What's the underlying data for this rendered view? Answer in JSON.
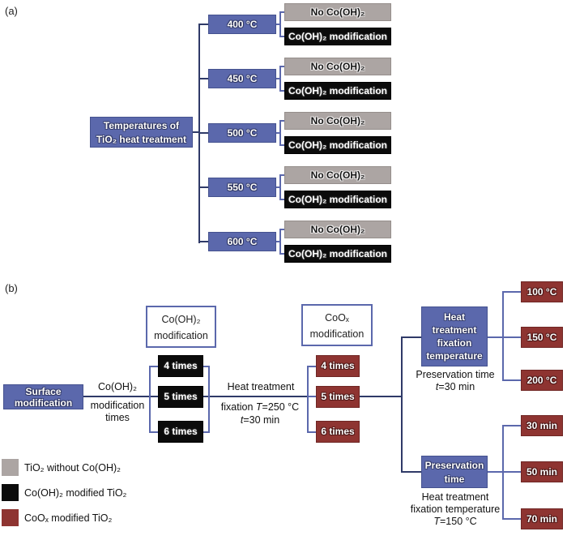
{
  "figure": {
    "panel_a_label": "(a)",
    "panel_b_label": "(b)"
  },
  "colors": {
    "box_blue": "#5b68ac",
    "box_gray": "#aca5a3",
    "box_black": "#0b0b0b",
    "box_red": "#8e3431",
    "line_navy": "#2f3a68",
    "line_blue": "#5b68ac",
    "outline_border": "#5b68ac"
  },
  "panel_a": {
    "root_line1": "Temperatures of",
    "root_line2": "TiO₂ heat treatment",
    "temperatures": [
      "400 °C",
      "450 °C",
      "500 °C",
      "550 °C",
      "600 °C"
    ],
    "no_modification_label": "No Co(OH)₂",
    "modification_label": "Co(OH)₂ modification"
  },
  "panel_b": {
    "root_line1": "Surface",
    "root_line2": "modification",
    "times_label_line1": "Co(OH)₂",
    "times_label_line2": "modification",
    "times_label_line3": "times",
    "cooh2_box_line1": "Co(OH)₂",
    "cooh2_box_line2": "modification",
    "coox_box_line1": "CoOₓ",
    "coox_box_line2": "modification",
    "black_times": [
      "4 times",
      "5 times",
      "6 times"
    ],
    "red_times": [
      "4 times",
      "5 times",
      "6 times"
    ],
    "heat_fixation_line1": "Heat treatment",
    "heat_fixation_line2": "fixation *T*=250 °C",
    "heat_fixation_line3": "*t*=30 min",
    "htft_box_line1": "Heat",
    "htft_box_line2": "treatment",
    "htft_box_line3": "fixation",
    "htft_box_line4": "temperature",
    "htft_note_line1": "Preservation time",
    "htft_note_line2": "*t*=30 min",
    "fixation_temperatures": [
      "100 °C",
      "150 °C",
      "200 °C"
    ],
    "pt_box_line1": "Preservation",
    "pt_box_line2": "time",
    "pt_note_line1": "Heat treatment",
    "pt_note_line2": "fixation temperature",
    "pt_note_line3": "*T*=150 °C",
    "preservation_times": [
      "30 min",
      "50 min",
      "70 min"
    ]
  },
  "legend": {
    "items": [
      {
        "color": "#aca5a3",
        "label": "TiO₂ without Co(OH)₂"
      },
      {
        "color": "#0b0b0b",
        "label": "Co(OH)₂ modified TiO₂"
      },
      {
        "color": "#8e3431",
        "label": "CoOₓ modified TiO₂"
      }
    ]
  }
}
